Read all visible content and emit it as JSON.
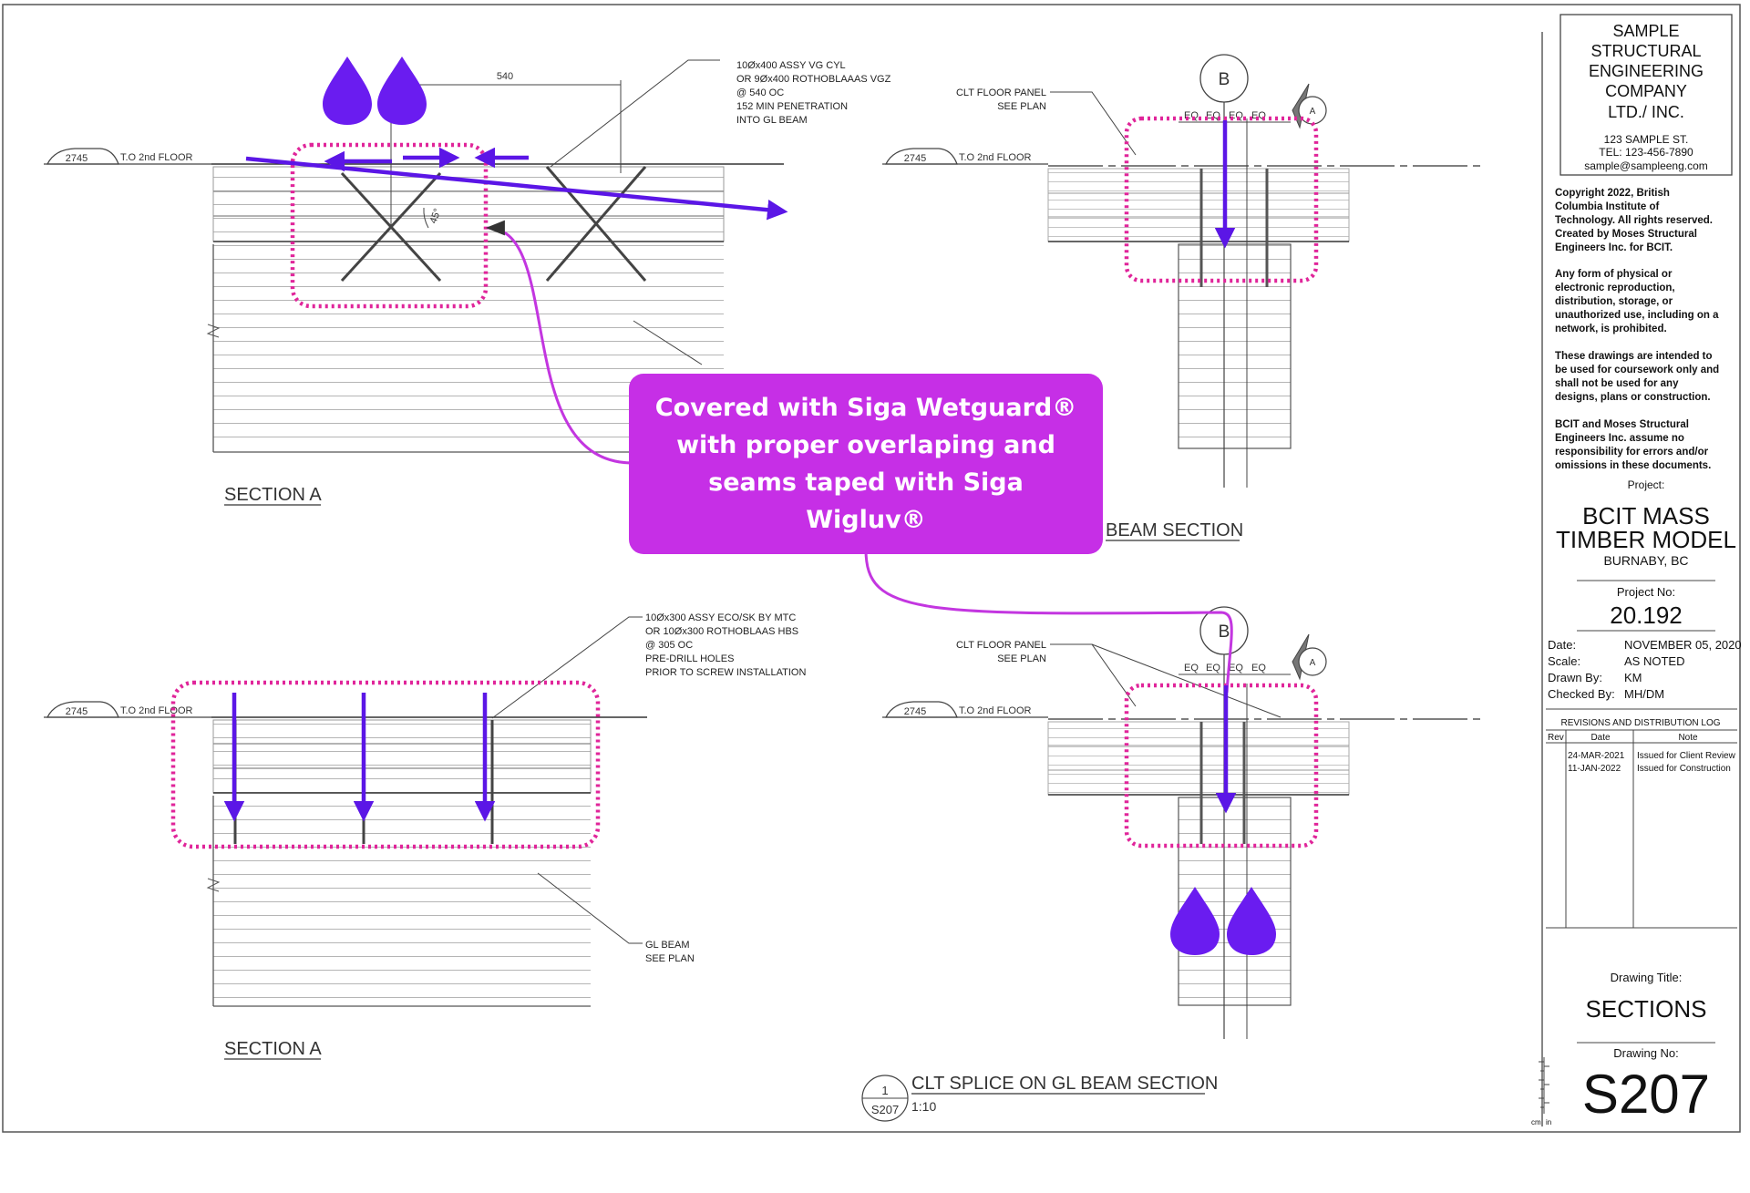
{
  "title_block": {
    "company": [
      "SAMPLE",
      "STRUCTURAL",
      "ENGINEERING",
      "COMPANY",
      "LTD./ INC."
    ],
    "address": [
      "123 SAMPLE ST.",
      "TEL: 123-456-7890",
      "sample@sampleeng.com"
    ],
    "copyright": [
      "Copyright 2022, British",
      "Columbia Institute of",
      "Technology.  All rights reserved.",
      "Created by Moses Structural",
      "Engineers Inc. for BCIT."
    ],
    "reproduction": [
      "Any form of physical or",
      "electronic reproduction,",
      "distribution, storage, or",
      "unauthorized use, including on a",
      "network, is prohibited."
    ],
    "coursework": [
      "These drawings are intended to",
      "be used for coursework only and",
      "shall not be used for any",
      "designs, plans or construction."
    ],
    "liability": [
      "BCIT and Moses Structural",
      "Engineers Inc. assume no",
      "responsibility for errors and/or",
      "omissions in these documents."
    ],
    "project_label": "Project:",
    "project_name": [
      "BCIT MASS",
      "TIMBER MODEL"
    ],
    "project_location": "BURNABY, BC",
    "project_no_label": "Project No:",
    "project_no": "20.192",
    "meta": [
      {
        "label": "Date:",
        "value": "NOVEMBER 05, 2020"
      },
      {
        "label": "Scale:",
        "value": "AS NOTED"
      },
      {
        "label": "Drawn By:",
        "value": "KM"
      },
      {
        "label": "Checked By:",
        "value": "MH/DM"
      }
    ],
    "revisions_title": "REVISIONS AND DISTRIBUTION LOG",
    "revisions_headers": [
      "Rev",
      "Date",
      "Note"
    ],
    "revisions": [
      {
        "date": "24-MAR-2021",
        "note": "Issued for Client Review"
      },
      {
        "date": "11-JAN-2022",
        "note": "Issued for Construction"
      }
    ],
    "drawing_title_label": "Drawing Title:",
    "drawing_title": "SECTIONS",
    "drawing_no_label": "Drawing No:",
    "drawing_no": "S207",
    "scale_units": [
      "cm",
      "in"
    ]
  },
  "drawing": {
    "level_value": "2745",
    "level_label": "T.O 2nd FLOOR",
    "dim_540": "540",
    "angle_45": "45°",
    "note_top_left": [
      "10Øx400 ASSY VG CYL",
      "OR 9Øx400 ROTHOBLAAAS VGZ",
      "@ 540 OC",
      "152 MIN PENETRATION",
      "INTO GL BEAM"
    ],
    "note_bottom_left": [
      "10Øx300 ASSY ECO/SK BY MTC",
      "OR 10Øx300 ROTHOBLAAS HBS",
      "@ 305 OC",
      "PRE-DRILL HOLES",
      "PRIOR TO SCREW INSTALLATION"
    ],
    "clt_panel_note": [
      "CLT FLOOR PANEL",
      "SEE PLAN"
    ],
    "gl_beam_note": [
      "GL BEAM",
      "SEE PLAN"
    ],
    "grid_b": "B",
    "marker_a": "A",
    "eq": "EQ",
    "section_a": "SECTION A",
    "beam_section_partial": "BEAM SECTION",
    "section_title_main": "CLT SPLICE ON GL BEAM SECTION",
    "detail_number": "1",
    "detail_sheet": "S207",
    "detail_scale": "1:10"
  },
  "callout": {
    "text": "Covered with Siga Wetguard®\nwith proper overlaping and\nseams taped with Siga Wigluv®"
  },
  "colors": {
    "highlight": "#e0259a",
    "arrow": "#5b16e6",
    "connector": "#c336e0",
    "callout": "#c62fe6",
    "drop": "#6a1cf0"
  }
}
